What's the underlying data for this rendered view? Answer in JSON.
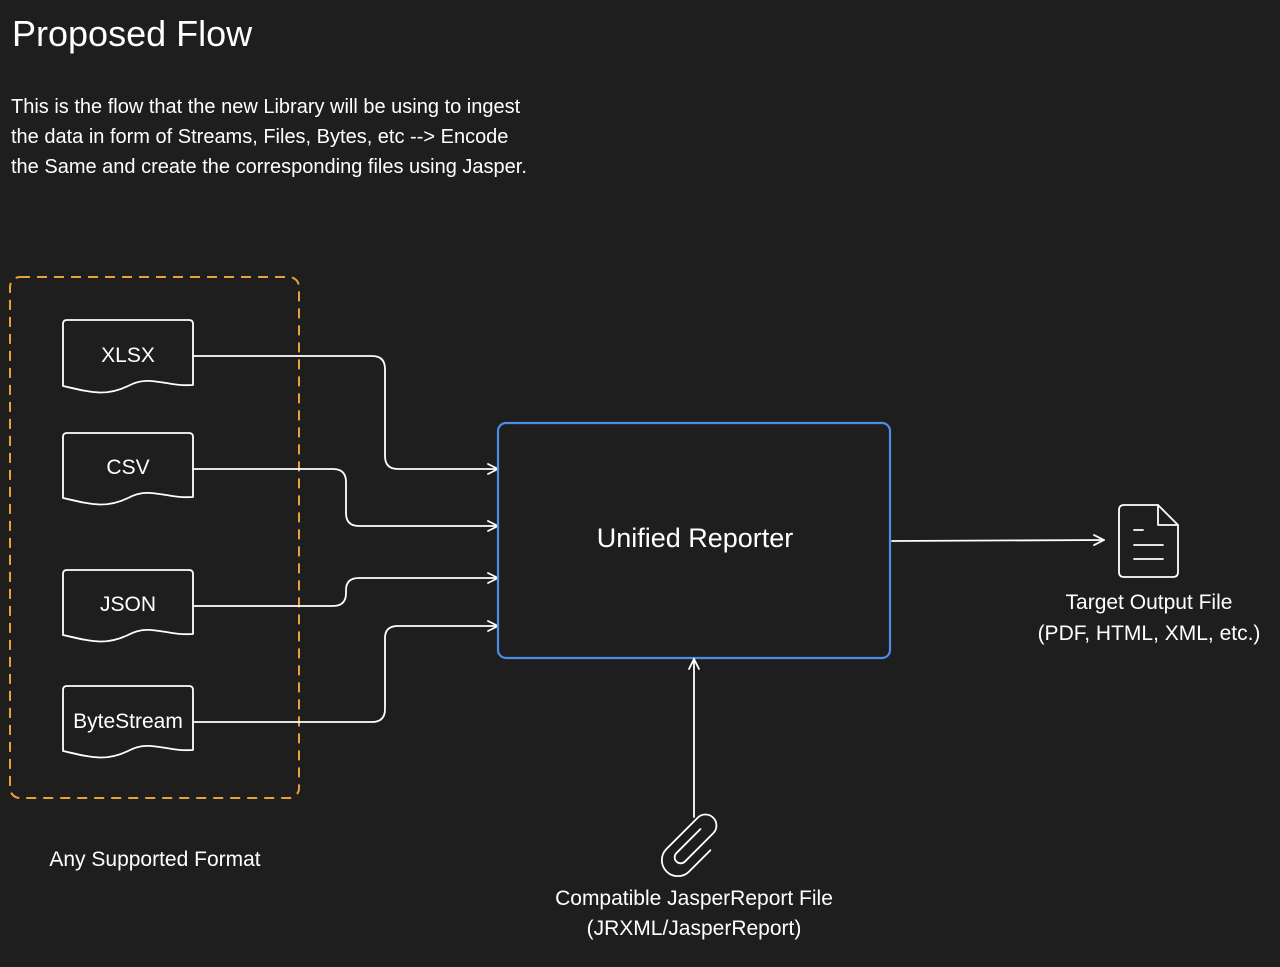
{
  "title": "Proposed Flow",
  "description": [
    "This is the flow that the new Library will be using to ingest",
    "the data in form of Streams, Files, Bytes, etc --> Encode",
    "the Same and create the corresponding files using Jasper."
  ],
  "inputs": [
    {
      "label": "XLSX"
    },
    {
      "label": "CSV"
    },
    {
      "label": "JSON"
    },
    {
      "label": "ByteStream"
    }
  ],
  "input_group_caption": "Any Supported Format",
  "processor": {
    "label": "Unified Reporter"
  },
  "output": {
    "icon": "document-icon",
    "caption_line1": "Target Output File",
    "caption_line2": "(PDF, HTML, XML, etc.)"
  },
  "template": {
    "icon": "paperclip-icon",
    "caption_line1": "Compatible JasperReport File",
    "caption_line2": "(JRXML/JasperReport)"
  },
  "colors": {
    "background": "#1e1e1e",
    "text": "#ffffff",
    "group_border": "#e9a23b",
    "processor_border": "#4a8fe7",
    "line": "#ffffff"
  }
}
